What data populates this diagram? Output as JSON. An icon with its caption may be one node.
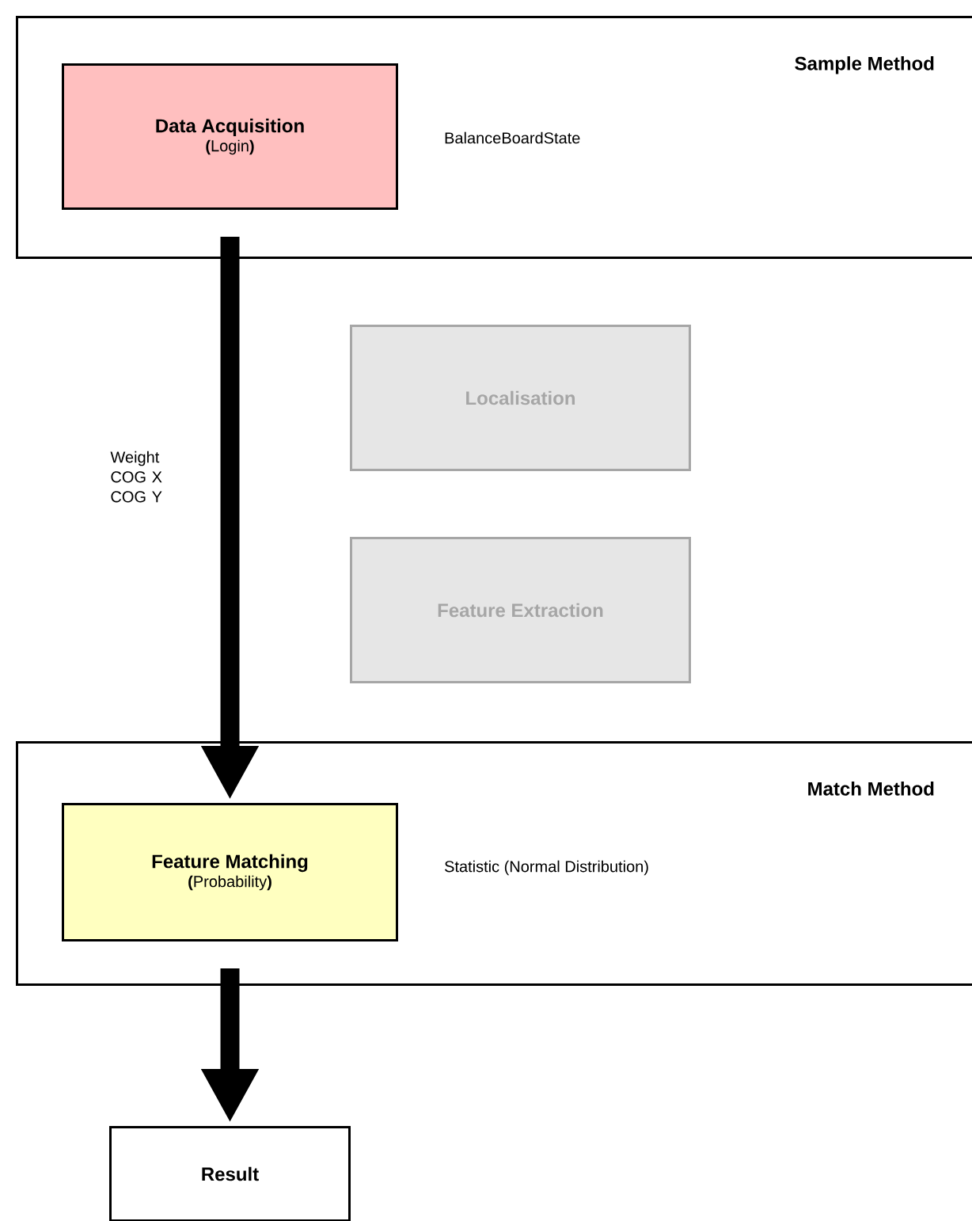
{
  "diagram": {
    "nodes": [
      {
        "text": [
          "Sample Method",
          "BalanceBoardState"
        ]
      },
      {
        "text": [
          "Data Acquisition",
          "**(**Login**)**"
        ],
        "in": 0
      },
      {
        "text": [
          "Localisation"
        ]
      },
      {
        "text": [
          "Feature Extraction"
        ]
      },
      {
        "text": [
          "Match Method",
          "Statistic (Normal Distribution)"
        ]
      },
      {
        "text": [
          "Feature Matching",
          "**(**Probability**)**"
        ],
        "in": 4
      },
      {
        "text": [
          "Result"
        ]
      }
    ],
    "edges": [
      {
        "from": 1,
        "to": 5,
        "arrow": "to",
        "label": "Weight COG X COG Y"
      },
      {
        "from": 5,
        "to": 6,
        "arrow": "to"
      }
    ]
  }
}
